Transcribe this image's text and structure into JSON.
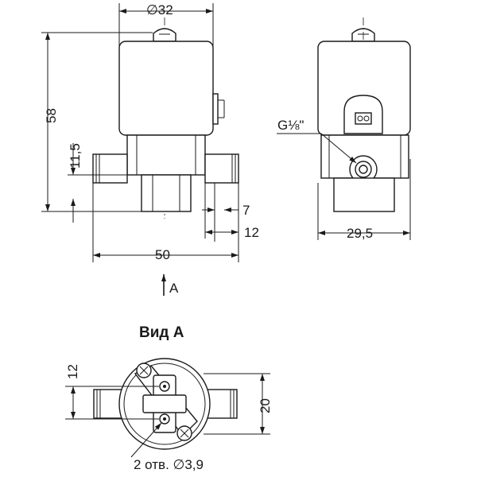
{
  "front_view": {
    "dim_diameter": "∅32",
    "dim_height": "58",
    "dim_port_height": "11,5",
    "dim_7": "7",
    "dim_12": "12",
    "dim_width": "50",
    "view_arrow_label": "A"
  },
  "side_view": {
    "thread_label": "G⅛\"",
    "dim_width": "29,5"
  },
  "view_a": {
    "title": "Вид А",
    "dim_12": "12",
    "dim_20": "20",
    "holes_note": "2 отв. ∅3,9"
  }
}
